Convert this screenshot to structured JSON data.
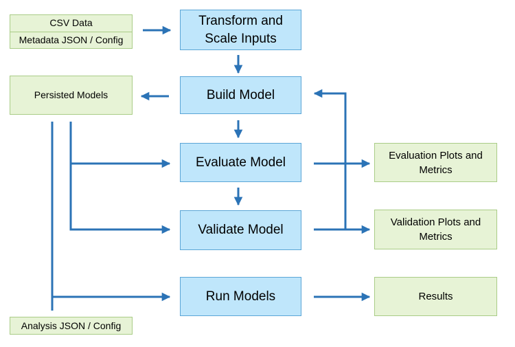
{
  "inputs": {
    "csv": "CSV Data",
    "metadata": "Metadata JSON / Config",
    "analysis": "Analysis JSON / Config"
  },
  "steps": {
    "transform": "Transform and Scale Inputs",
    "build": "Build Model",
    "evaluate": "Evaluate Model",
    "validate": "Validate Model",
    "run": "Run Models"
  },
  "outputs": {
    "persisted": "Persisted Models",
    "evaluation": "Evaluation Plots and Metrics",
    "validation": "Validation Plots and Metrics",
    "results": "Results"
  },
  "colors": {
    "arrow": "#2b73b6",
    "process_fill": "#bfe6fb",
    "process_border": "#5aa5d6",
    "io_fill": "#e7f3d6",
    "io_border": "#a9cc86"
  }
}
